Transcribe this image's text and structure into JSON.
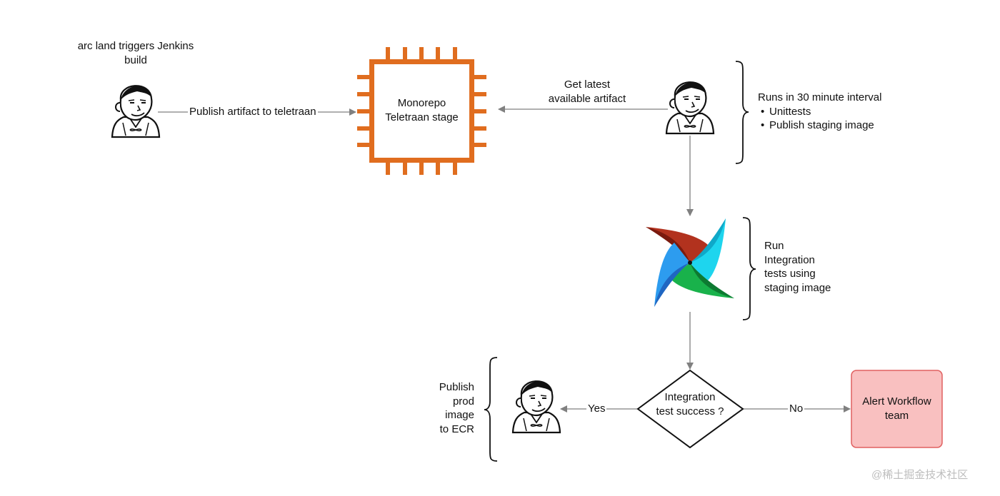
{
  "diagram": {
    "trigger_label": [
      "arc land triggers Jenkins",
      "build"
    ],
    "publish_edge_label": "Publish artifact to teletraan",
    "monorepo_box": [
      "Monorepo",
      "Teletraan stage"
    ],
    "get_artifact_label": [
      "Get latest",
      "available artifact"
    ],
    "interval_note": {
      "title": "Runs in 30 minute interval",
      "items": [
        "Unittests",
        "Publish staging image"
      ]
    },
    "airflow_note": [
      "Run",
      "Integration",
      "tests using",
      "staging image"
    ],
    "decision": [
      "Integration",
      "test success ?"
    ],
    "yes_label": "Yes",
    "no_label": "No",
    "alert_box": [
      "Alert Workflow",
      "team"
    ],
    "publish_prod_note": [
      "Publish",
      "prod",
      "image",
      "to ECR"
    ],
    "watermark": "@稀土掘金技术社区"
  },
  "icons": {
    "jenkins": "jenkins-butler-icon",
    "chip": "processor-chip-icon",
    "airflow": "airflow-pinwheel-icon"
  },
  "colors": {
    "chip_orange": "#e06d1f",
    "alert_fill": "#f9c0c0",
    "alert_stroke": "#e06060",
    "edge": "#808080"
  }
}
